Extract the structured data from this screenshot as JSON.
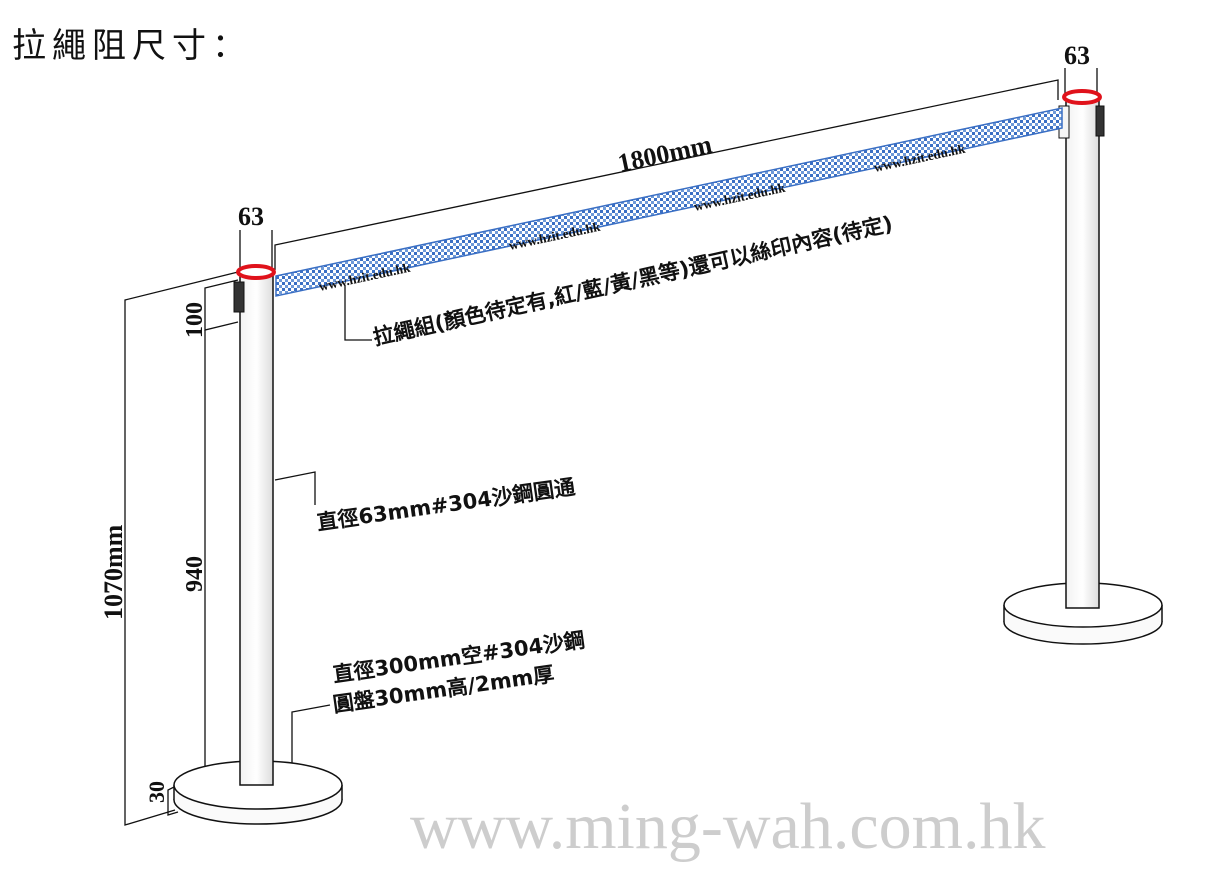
{
  "title": "拉繩阻尺寸：",
  "dimensions": {
    "post_diameter_left": "63",
    "post_diameter_right": "63",
    "rope_length": "1800mm",
    "head_height": "100",
    "post_height": "940",
    "total_height": "1070mm",
    "base_height": "30"
  },
  "rope_prints": [
    "www.hzit.edu.hk",
    "www.hzit.edu.hk",
    "www.hzit.edu.hk",
    "www.hzit.edu.hk"
  ],
  "annotations": {
    "rope": "拉繩組(顏色待定有,紅/藍/黃/黑等)還可以絲印內容(待定)",
    "post": "直徑63mm#304沙鋼圓通",
    "base_line1": "直徑300mm空#304沙鋼",
    "base_line2": "圓盤30mm高/2mm厚"
  },
  "watermark": "www.ming-wah.com.hk",
  "colors": {
    "rope": "#3a6fc4",
    "cap": "#e0121b",
    "line": "#111111"
  }
}
